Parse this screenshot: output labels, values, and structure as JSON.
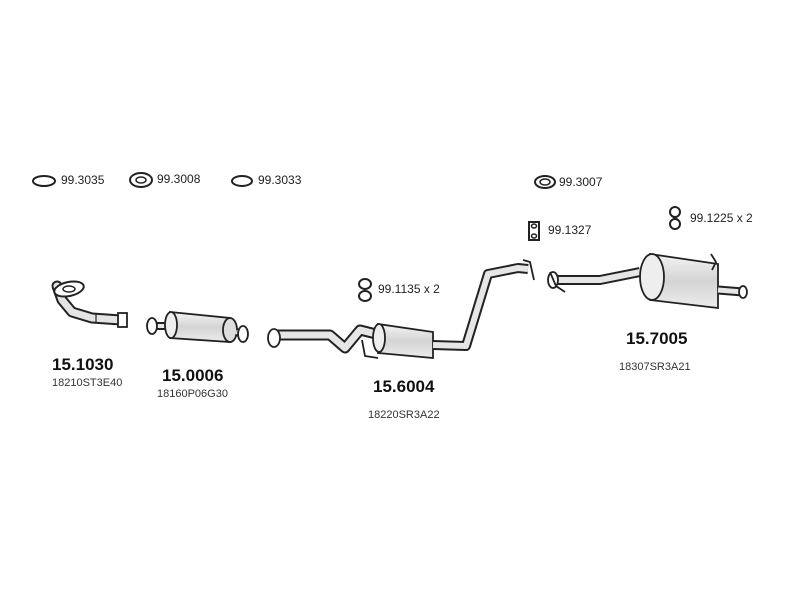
{
  "accessories": [
    {
      "code": "99.3035",
      "icon": "gasket-ring-icon"
    },
    {
      "code": "99.3008",
      "icon": "gasket-ring-icon"
    },
    {
      "code": "99.3033",
      "icon": "gasket-ring-icon"
    },
    {
      "code": "99.3007",
      "icon": "gasket-ring-icon"
    },
    {
      "code": "99.1327",
      "icon": "rubber-hanger-icon"
    },
    {
      "code": "99.1225 x 2",
      "icon": "rubber-hanger-icon"
    },
    {
      "code": "99.1135 x 2",
      "icon": "rubber-hanger-icon"
    }
  ],
  "parts": [
    {
      "number": "15.1030",
      "oem": "18210ST3E40",
      "icon": "front-pipe-icon"
    },
    {
      "number": "15.0006",
      "oem": "18160P06G30",
      "icon": "catalytic-converter-icon"
    },
    {
      "number": "15.6004",
      "oem": "18220SR3A22",
      "icon": "center-pipe-muffler-icon"
    },
    {
      "number": "15.7005",
      "oem": "18307SR3A21",
      "icon": "rear-muffler-icon"
    }
  ],
  "colors": {
    "line": "#222222",
    "shade": "#d9d9d9",
    "background": "#ffffff"
  }
}
